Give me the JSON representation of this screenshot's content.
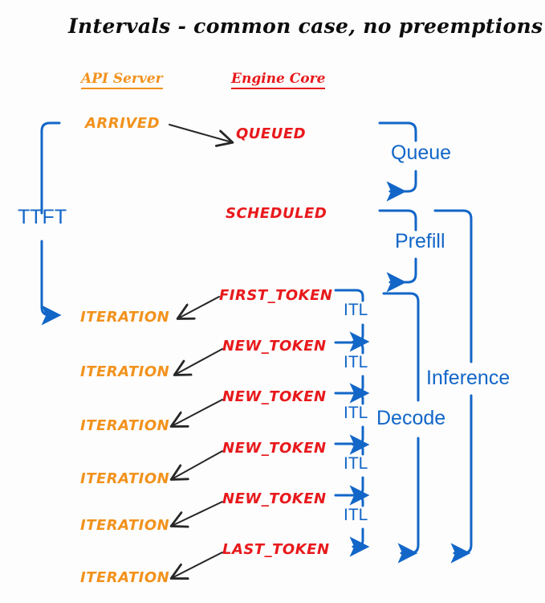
{
  "diagram": {
    "title": "Intervals - common case, no preemptions",
    "background_color": "#fdfdfd",
    "colors": {
      "title": "#0d0d0d",
      "api_server": "#f2921d",
      "engine_core": "#e8191c",
      "interval_blue": "#1266c8",
      "arrow_black": "#262626"
    },
    "columns": [
      {
        "label": "API Server",
        "color": "#f2921d"
      },
      {
        "label": "Engine Core",
        "color": "#e8191c"
      }
    ],
    "api_server_events": [
      {
        "label": "ARRIVED"
      },
      {
        "label": "ITERATION"
      },
      {
        "label": "ITERATION"
      },
      {
        "label": "ITERATION"
      },
      {
        "label": "ITERATION"
      },
      {
        "label": "ITERATION"
      },
      {
        "label": "ITERATION"
      }
    ],
    "engine_core_events": [
      {
        "label": "QUEUED"
      },
      {
        "label": "SCHEDULED"
      },
      {
        "label": "FIRST_TOKEN"
      },
      {
        "label": "NEW_TOKEN"
      },
      {
        "label": "NEW_TOKEN"
      },
      {
        "label": "NEW_TOKEN"
      },
      {
        "label": "NEW_TOKEN"
      },
      {
        "label": "LAST_TOKEN"
      }
    ],
    "intervals": [
      {
        "label": "TTFT"
      },
      {
        "label": "Queue"
      },
      {
        "label": "Prefill"
      },
      {
        "label": "Inference"
      },
      {
        "label": "Decode"
      },
      {
        "label": "ITL"
      },
      {
        "label": "ITL"
      },
      {
        "label": "ITL"
      },
      {
        "label": "ITL"
      },
      {
        "label": "ITL"
      }
    ]
  }
}
